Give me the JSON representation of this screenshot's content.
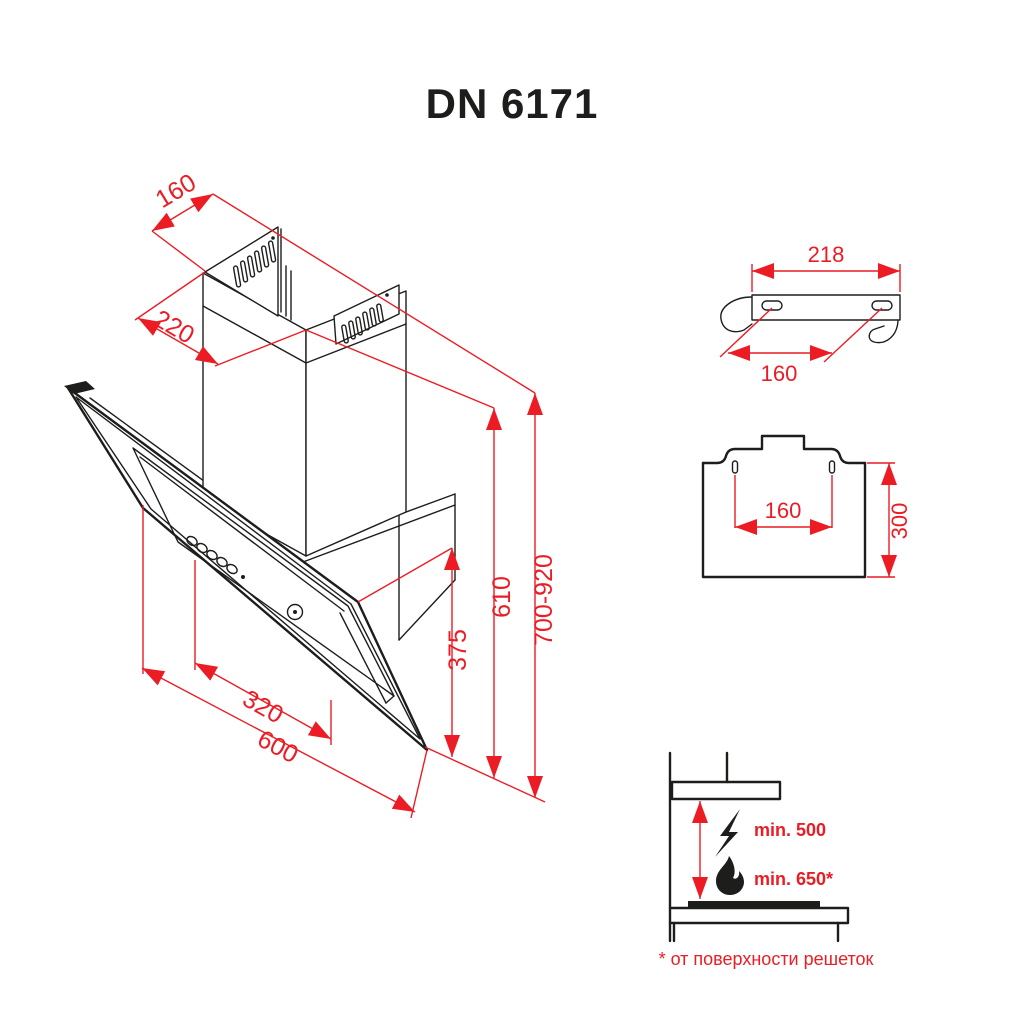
{
  "title": "DN 6171",
  "colors": {
    "red": "#ec1c24",
    "black": "#1d1d1b"
  },
  "main_view": {
    "depth_top": "160",
    "width_top": "220",
    "width_inner": "320",
    "width_total": "600",
    "height_glass": "375",
    "height_body": "610",
    "height_total": "700-920"
  },
  "bracket_view": {
    "width_total": "218",
    "hole_spacing": "160"
  },
  "top_view": {
    "hole_spacing": "160",
    "depth": "300"
  },
  "clearance_view": {
    "electric_icon": "lightning-bolt",
    "electric_label": "min. 500",
    "gas_icon": "flame",
    "gas_label": "min. 650*",
    "footnote": "* от поверхности решеток"
  }
}
